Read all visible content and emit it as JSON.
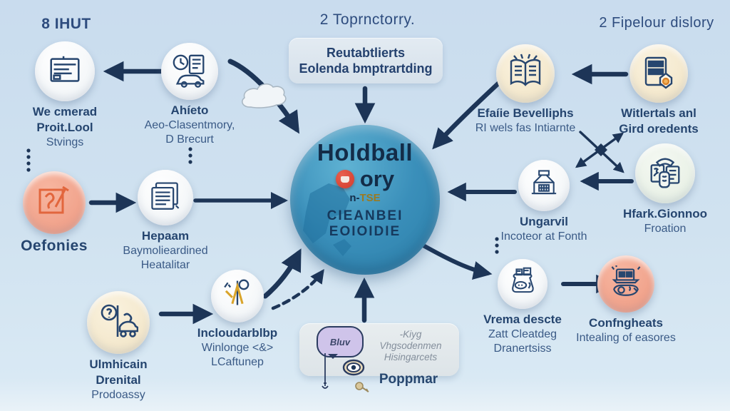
{
  "headings": {
    "top_left": "8 IHUT",
    "top_center": "2 Toprnctorry.",
    "top_right": "2 Fipelour dislory"
  },
  "top_box": {
    "line1": "Reutabtlierts",
    "line2": "Eolenda bmptrartding"
  },
  "center_bubble": {
    "line1": "Holdball",
    "line2": "ory",
    "line3a": "n-",
    "line3b": "TSE",
    "line4": "CIEANBEI",
    "line5": "EOIOIDIE"
  },
  "nodes": {
    "we": {
      "icon": "monitor-document-icon",
      "lines": [
        "We cmerad",
        "Proit.Lool",
        "Stvings"
      ]
    },
    "ahieto": {
      "icon": "clock-car-document-icon",
      "lines": [
        "Ahíeto",
        "Aeo-Clasentmory,",
        "D Brecurt"
      ]
    },
    "efaie": {
      "icon": "open-book-icon",
      "lines": [
        "Efaíie Bevelliphs",
        "RI wels fas Intiarnte"
      ]
    },
    "witlertals": {
      "icon": "clipboard-badge-icon",
      "lines": [
        "Witlertals anl",
        "Gird oredents"
      ]
    },
    "oefonies": {
      "icon": "tool-square-icon",
      "lines": [
        "Oefonies"
      ]
    },
    "hepaam": {
      "icon": "document-list-icon",
      "lines": [
        "Hepaam",
        "Baymolieardined",
        "Heatalitar"
      ]
    },
    "ungarvil": {
      "icon": "machine-press-icon",
      "lines": [
        "Ungarvil",
        "Incoteor at Fonth"
      ]
    },
    "hfark": {
      "icon": "phone-documents-icon",
      "lines": [
        "Hfark.Gionnoo",
        "Froation"
      ]
    },
    "ulmhicain": {
      "icon": "magnifier-car-icon",
      "lines": [
        "Ulmhicain",
        "Drenital",
        "Prodoassy"
      ]
    },
    "incloudar": {
      "icon": "compass-plant-icon",
      "lines": [
        "Incloudarblbp",
        "Winlonge <&>",
        "LCaftunep"
      ]
    },
    "vrema": {
      "icon": "bag-jars-icon",
      "lines": [
        "Vrema descte",
        "Zatt Cleatdeg",
        "Dranertsiss"
      ]
    },
    "confng": {
      "icon": "laptop-bowl-icon",
      "lines": [
        "Confngheats",
        "Intealing of easores"
      ]
    }
  },
  "bottom_box": {
    "bubble_text": "Bluv",
    "note_line1": "-Kiyg",
    "note_line2": "Vhgsodenmen",
    "note_line3": "Hisingarcets",
    "caption": "Poppmar"
  },
  "colors": {
    "background": "#cfe1f0",
    "arrow": "#1d3557",
    "navy_text": "#25456f",
    "center_blue": "#3a8fba",
    "red_accent": "#d23b2c",
    "salmon": "#f0a18a",
    "cream": "#f3e7cb",
    "gold": "#d9a42a",
    "purple_bubble": "#cfc4ea"
  }
}
